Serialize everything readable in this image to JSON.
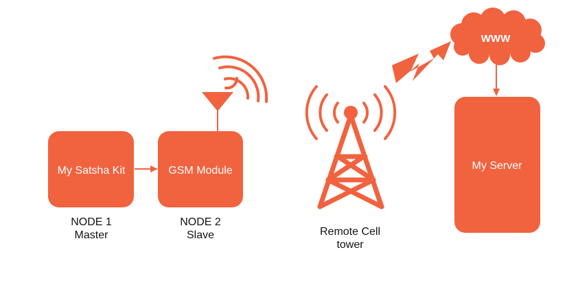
{
  "colors": {
    "accent": "#f1623f",
    "text_on_accent": "#ffffff",
    "caption_text": "#111111"
  },
  "nodes": {
    "kit": {
      "label": "My Satsha Kit",
      "caption_line1": "NODE 1",
      "caption_line2": "Master"
    },
    "gsm": {
      "label": "GSM Module",
      "caption_line1": "NODE 2",
      "caption_line2": "Slave"
    },
    "tower": {
      "caption_line1": "Remote Cell",
      "caption_line2": "tower"
    },
    "cloud": {
      "label": "WWW"
    },
    "server": {
      "label": "My Server"
    }
  },
  "icons": [
    "antenna-icon",
    "signal-waves-icon",
    "cell-tower-icon",
    "lightning-icon",
    "cloud-icon"
  ]
}
